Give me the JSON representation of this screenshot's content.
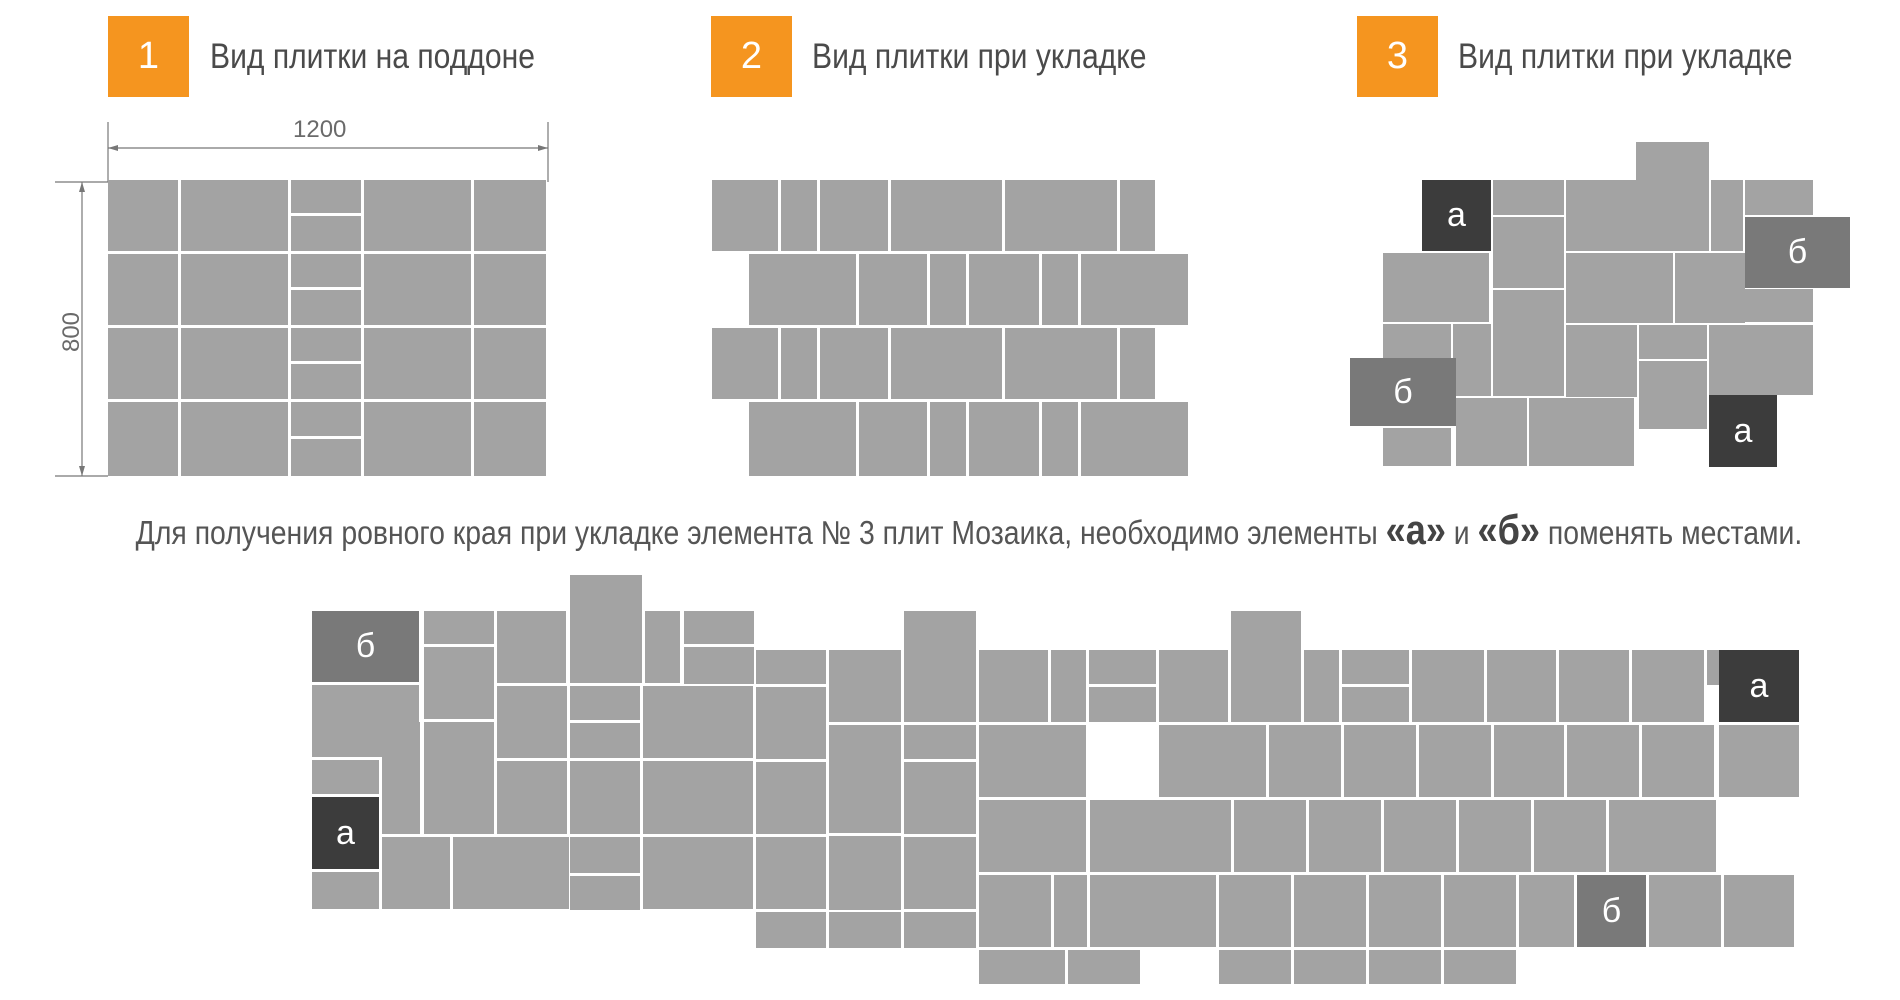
{
  "steps": [
    {
      "number": "1",
      "title": "Вид плитки на поддоне"
    },
    {
      "number": "2",
      "title": "Вид плитки при укладке"
    },
    {
      "number": "3",
      "title": "Вид плитки при укладке"
    }
  ],
  "dimensions": {
    "width": "1200",
    "height": "800"
  },
  "note": {
    "text_before": "Для получения ровного края при укладке элемента № 3 плит Мозаика, необходимо элементы ",
    "element_a": "«а»",
    "conjunction": " и ",
    "element_b": "«б»",
    "text_after": " поменять местами."
  },
  "tile_labels": {
    "a": "а",
    "b": "б"
  },
  "colors": {
    "accent": "#f5951f",
    "tile": "#a3a3a3",
    "tile_a": "#3c3c3c",
    "tile_b": "#797979"
  }
}
